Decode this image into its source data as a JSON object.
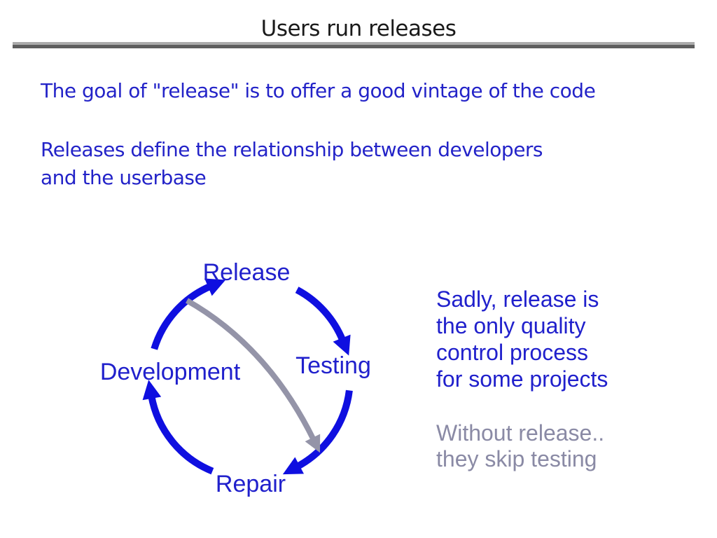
{
  "title": "Users run releases",
  "intro": {
    "line1": "The goal of \"release\" is to offer a good vintage of the code",
    "line2": "Releases define the relationship between developers",
    "line3": "and the userbase"
  },
  "diagram": {
    "nodes": {
      "top": "Release",
      "right": "Testing",
      "bottom": "Repair",
      "left": "Development"
    },
    "arrows": [
      "release-to-testing",
      "testing-to-repair",
      "repair-to-development",
      "development-to-release",
      "release-to-repair-skip-testing"
    ]
  },
  "notes": {
    "blue": [
      "Sadly, release is",
      "the only quality",
      "control process",
      "for some projects"
    ],
    "gray": [
      "Without release..",
      "they skip testing"
    ]
  },
  "colors": {
    "title-text": "#1a1a1a",
    "body-blue": "#2323c8",
    "label-blue": "#2020cc",
    "arrow-blue": "#0f0fe0",
    "note-gray": "#8a8aa5",
    "arrow-gray": "#9494a8",
    "rule-light": "#ababab",
    "rule-dark": "#5e5e5e"
  }
}
